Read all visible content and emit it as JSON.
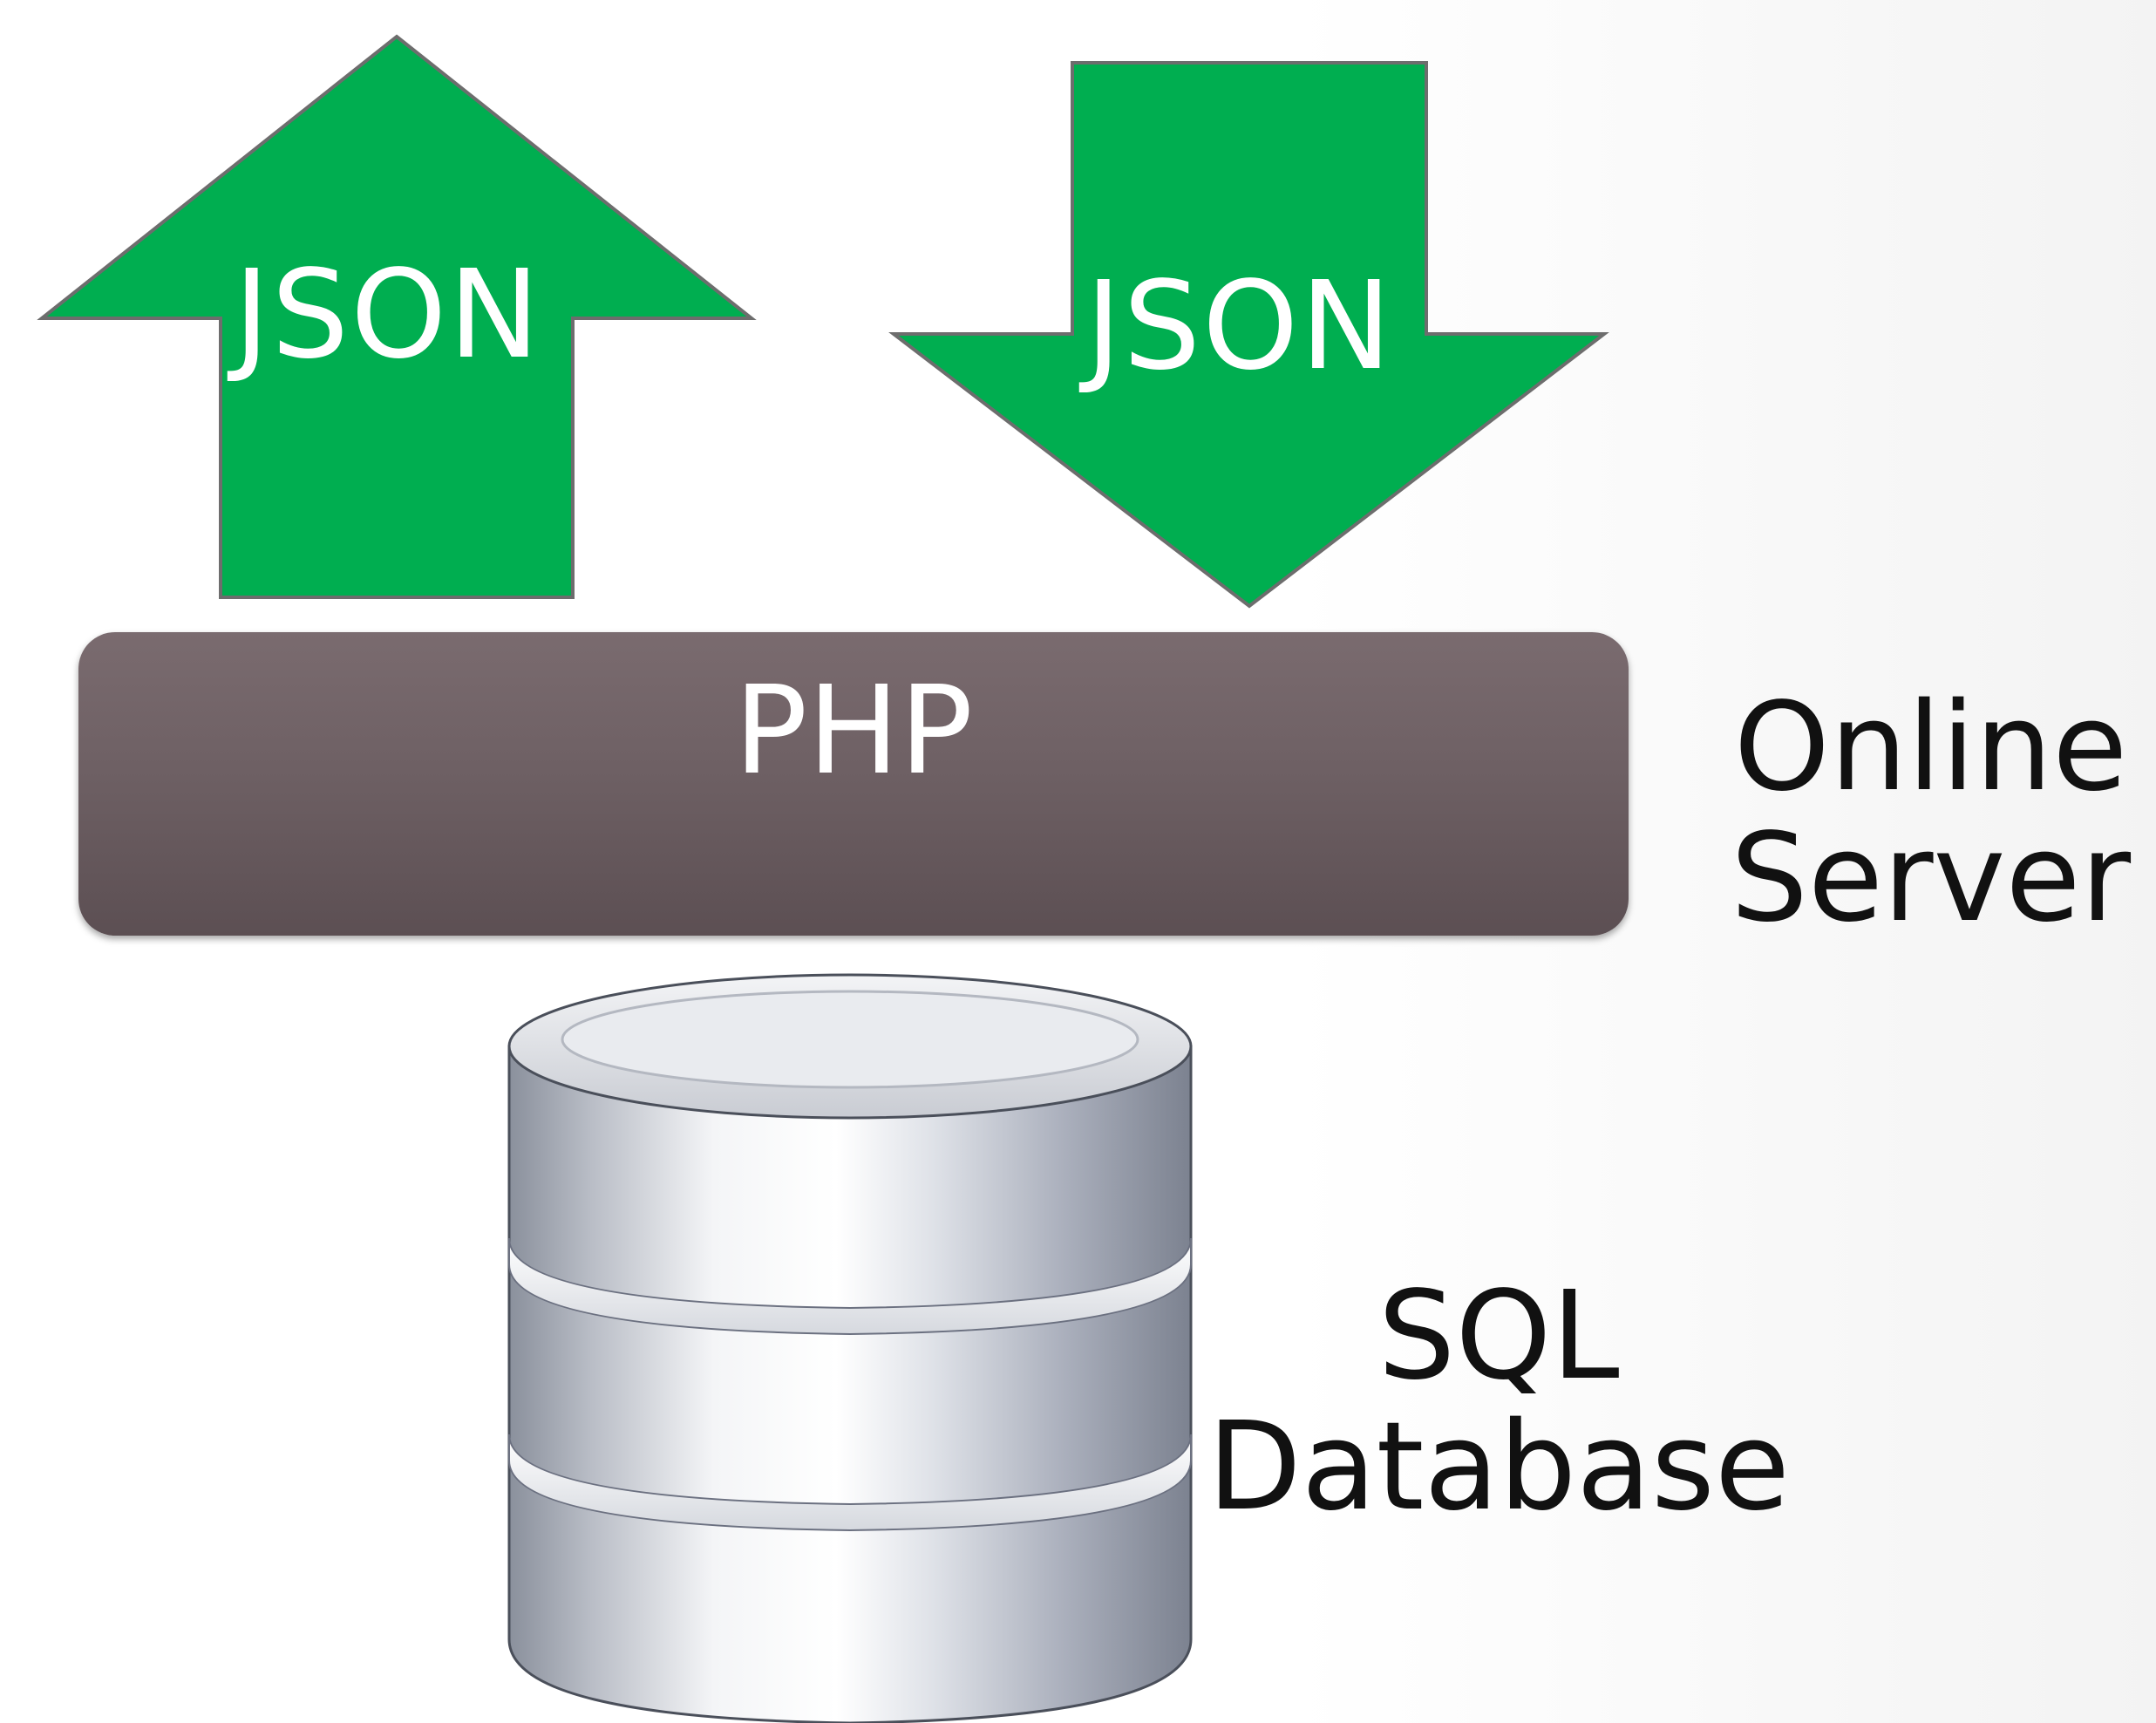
{
  "arrows": {
    "up_label": "JSON",
    "down_label": "JSON",
    "color": "#00ae50",
    "stroke": "#6d6d6d"
  },
  "php_bar": {
    "label": "PHP",
    "color": "#6e6064"
  },
  "server": {
    "line1": "Online",
    "line2": "Server"
  },
  "database": {
    "line1": "SQL",
    "line2": "Database",
    "icon": "database-cylinder-icon"
  }
}
